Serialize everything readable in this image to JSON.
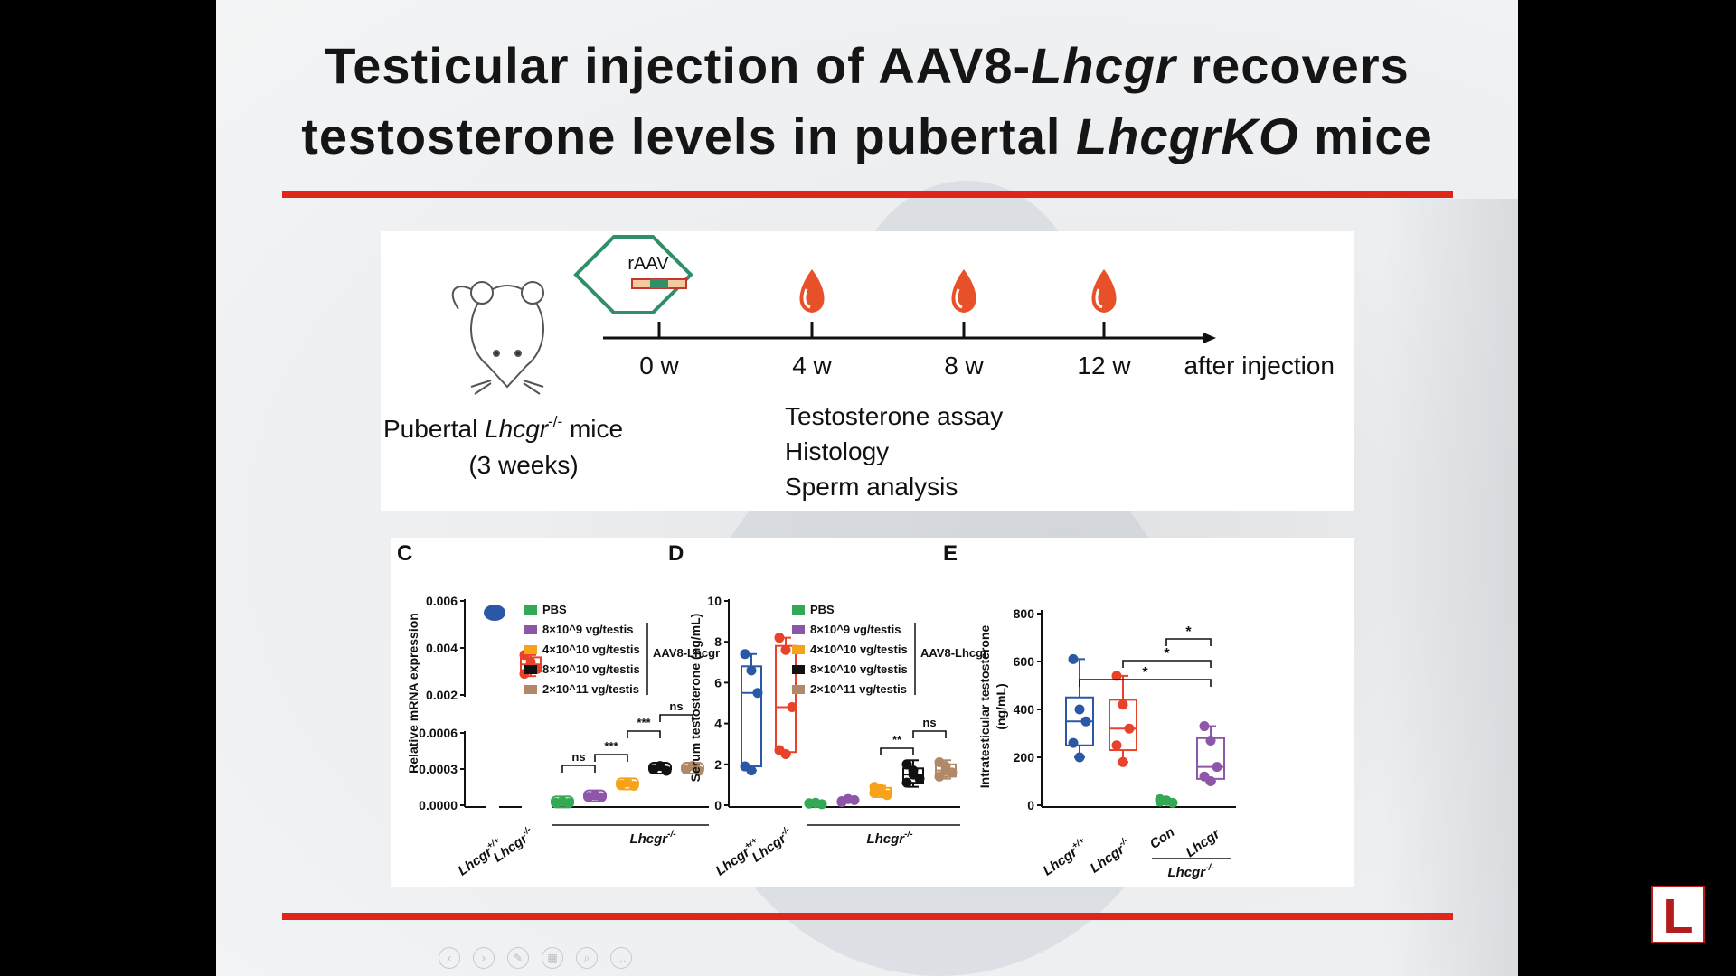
{
  "slide": {
    "title_parts": [
      {
        "text": "Testicular injection of AAV8-",
        "italic": false
      },
      {
        "text": "Lhcgr",
        "italic": true
      },
      {
        "text": " recovers",
        "italic": false
      },
      {
        "text": "\n",
        "italic": false
      },
      {
        "text": "testosterone levels in pubertal ",
        "italic": false
      },
      {
        "text": "LhcgrKO",
        "italic": true
      },
      {
        "text": " mice",
        "italic": false
      }
    ],
    "accent_color": "#e0251b"
  },
  "schematic": {
    "vector_label": "rAAV",
    "timepoints": [
      "0 w",
      "4 w",
      "8 w",
      "12 w"
    ],
    "after_label": "after injection",
    "mouse_label_prefix": "Pubertal ",
    "mouse_label_gene": "Lhcgr",
    "mouse_label_sup": "-/-",
    "mouse_label_suffix": " mice",
    "mouse_age": "(3 weeks)",
    "assays": [
      "Testosterone assay",
      "Histology",
      "Sperm analysis"
    ],
    "drop_color": "#e8502a",
    "hexagon_color": "#2f8f68"
  },
  "chart_data": [
    {
      "panel": "C",
      "type": "scatter",
      "ylabel": "Relative mRNA expression",
      "y_upper_ticks": [
        "0.006",
        "0.004",
        "0.002"
      ],
      "y_lower_ticks": [
        "0.0006",
        "0.0003",
        "0.0000"
      ],
      "categories": [
        "Lhcgr+/+",
        "Lhcgr-/-",
        "PBS",
        "8×10^9",
        "4×10^10",
        "8×10^10",
        "2×10^11"
      ],
      "x_tick_labels": [
        {
          "gene": "Lhcgr",
          "sup": "+/+"
        },
        {
          "gene": "Lhcgr",
          "sup": "-/-"
        }
      ],
      "group_label": {
        "gene": "Lhcgr",
        "sup": "-/-"
      },
      "legend": [
        "PBS",
        "8×10^9 vg/testis",
        "4×10^10 vg/testis",
        "8×10^10 vg/testis",
        "2×10^11 vg/testis"
      ],
      "legend_group_label": "AAV8-Lhcgr",
      "colors": [
        "#2b58a6",
        "#e8432a",
        "#34a853",
        "#8e56a8",
        "#f7a21b",
        "#111111",
        "#b08968"
      ],
      "values": [
        0.0055,
        0.0033,
        2e-05,
        7e-05,
        0.00017,
        0.0003,
        0.0003
      ],
      "significance": [
        {
          "from": 2,
          "to": 3,
          "label": "ns"
        },
        {
          "from": 3,
          "to": 4,
          "label": "***"
        },
        {
          "from": 4,
          "to": 5,
          "label": "***"
        },
        {
          "from": 5,
          "to": 6,
          "label": "ns"
        }
      ]
    },
    {
      "panel": "D",
      "type": "box",
      "ylabel": "Serum testosterone (ng/mL)",
      "y_ticks": [
        "0",
        "2",
        "4",
        "6",
        "8",
        "10"
      ],
      "ylim": [
        0,
        10
      ],
      "x_tick_labels": [
        {
          "gene": "Lhcgr",
          "sup": "+/+"
        },
        {
          "gene": "Lhcgr",
          "sup": "-/-"
        }
      ],
      "group_label": {
        "gene": "Lhcgr",
        "sup": "-/-"
      },
      "legend": [
        "PBS",
        "8×10^9 vg/testis",
        "4×10^10 vg/testis",
        "8×10^10 vg/testis",
        "2×10^11 vg/testis"
      ],
      "legend_group_label": "AAV8-Lhcgr",
      "colors": [
        "#2b58a6",
        "#e8432a",
        "#34a853",
        "#8e56a8",
        "#f7a21b",
        "#111111",
        "#b08968"
      ],
      "points": [
        [
          7.4,
          6.6,
          5.5,
          1.9,
          1.7
        ],
        [
          8.2,
          7.6,
          4.8,
          2.7,
          2.5
        ],
        [
          0.1,
          0.1,
          0.05,
          0.08,
          0.12
        ],
        [
          0.2,
          0.3,
          0.25,
          0.15,
          0.3
        ],
        [
          0.9,
          0.7,
          0.5,
          0.6,
          0.8
        ],
        [
          2.0,
          1.7,
          1.3,
          1.1,
          1.5
        ],
        [
          2.1,
          1.9,
          1.6,
          1.4,
          1.7
        ]
      ],
      "boxes": [
        {
          "min": 1.7,
          "q1": 1.9,
          "med": 5.5,
          "q3": 6.8,
          "max": 7.4
        },
        {
          "min": 2.5,
          "q1": 2.6,
          "med": 4.8,
          "q3": 7.8,
          "max": 8.2
        },
        null,
        null,
        {
          "min": 0.4,
          "q1": 0.5,
          "med": 0.7,
          "q3": 0.85,
          "max": 0.95
        },
        {
          "min": 0.9,
          "q1": 1.1,
          "med": 1.5,
          "q3": 1.8,
          "max": 2.2
        },
        {
          "min": 1.3,
          "q1": 1.4,
          "med": 1.7,
          "q3": 2.0,
          "max": 2.2
        }
      ],
      "significance": [
        {
          "from": 4,
          "to": 5,
          "label": "**"
        },
        {
          "from": 5,
          "to": 6,
          "label": "ns"
        }
      ]
    },
    {
      "panel": "E",
      "type": "box",
      "ylabel": "Intratesticular testosterone",
      "ylabel2": "(ng/mL)",
      "y_ticks": [
        "0",
        "200",
        "400",
        "600",
        "800"
      ],
      "ylim": [
        0,
        800
      ],
      "x_tick_labels": [
        {
          "gene": "Lhcgr",
          "sup": "+/+"
        },
        {
          "gene": "Lhcgr",
          "sup": "-/-"
        },
        {
          "gene": "Con",
          "sup": ""
        },
        {
          "gene": "Lhcgr",
          "sup": ""
        }
      ],
      "group_label": {
        "gene": "Lhcgr",
        "sup": "-/-"
      },
      "colors": [
        "#2b58a6",
        "#e8432a",
        "#34a853",
        "#8e56a8"
      ],
      "points": [
        [
          610,
          400,
          350,
          260,
          200
        ],
        [
          540,
          420,
          320,
          250,
          180
        ],
        [
          15,
          20,
          10,
          25,
          18
        ],
        [
          330,
          270,
          160,
          120,
          100
        ]
      ],
      "boxes": [
        {
          "min": 200,
          "q1": 250,
          "med": 350,
          "q3": 450,
          "max": 610
        },
        {
          "min": 180,
          "q1": 230,
          "med": 320,
          "q3": 440,
          "max": 540
        },
        null,
        {
          "min": 100,
          "q1": 110,
          "med": 160,
          "q3": 280,
          "max": 330
        }
      ],
      "significance": [
        {
          "from": 0,
          "to": 3,
          "label": "*",
          "level": 0
        },
        {
          "from": 1,
          "to": 3,
          "label": "*",
          "level": 1
        },
        {
          "from": 2,
          "to": 3,
          "label": "*",
          "level": 2
        }
      ]
    }
  ]
}
